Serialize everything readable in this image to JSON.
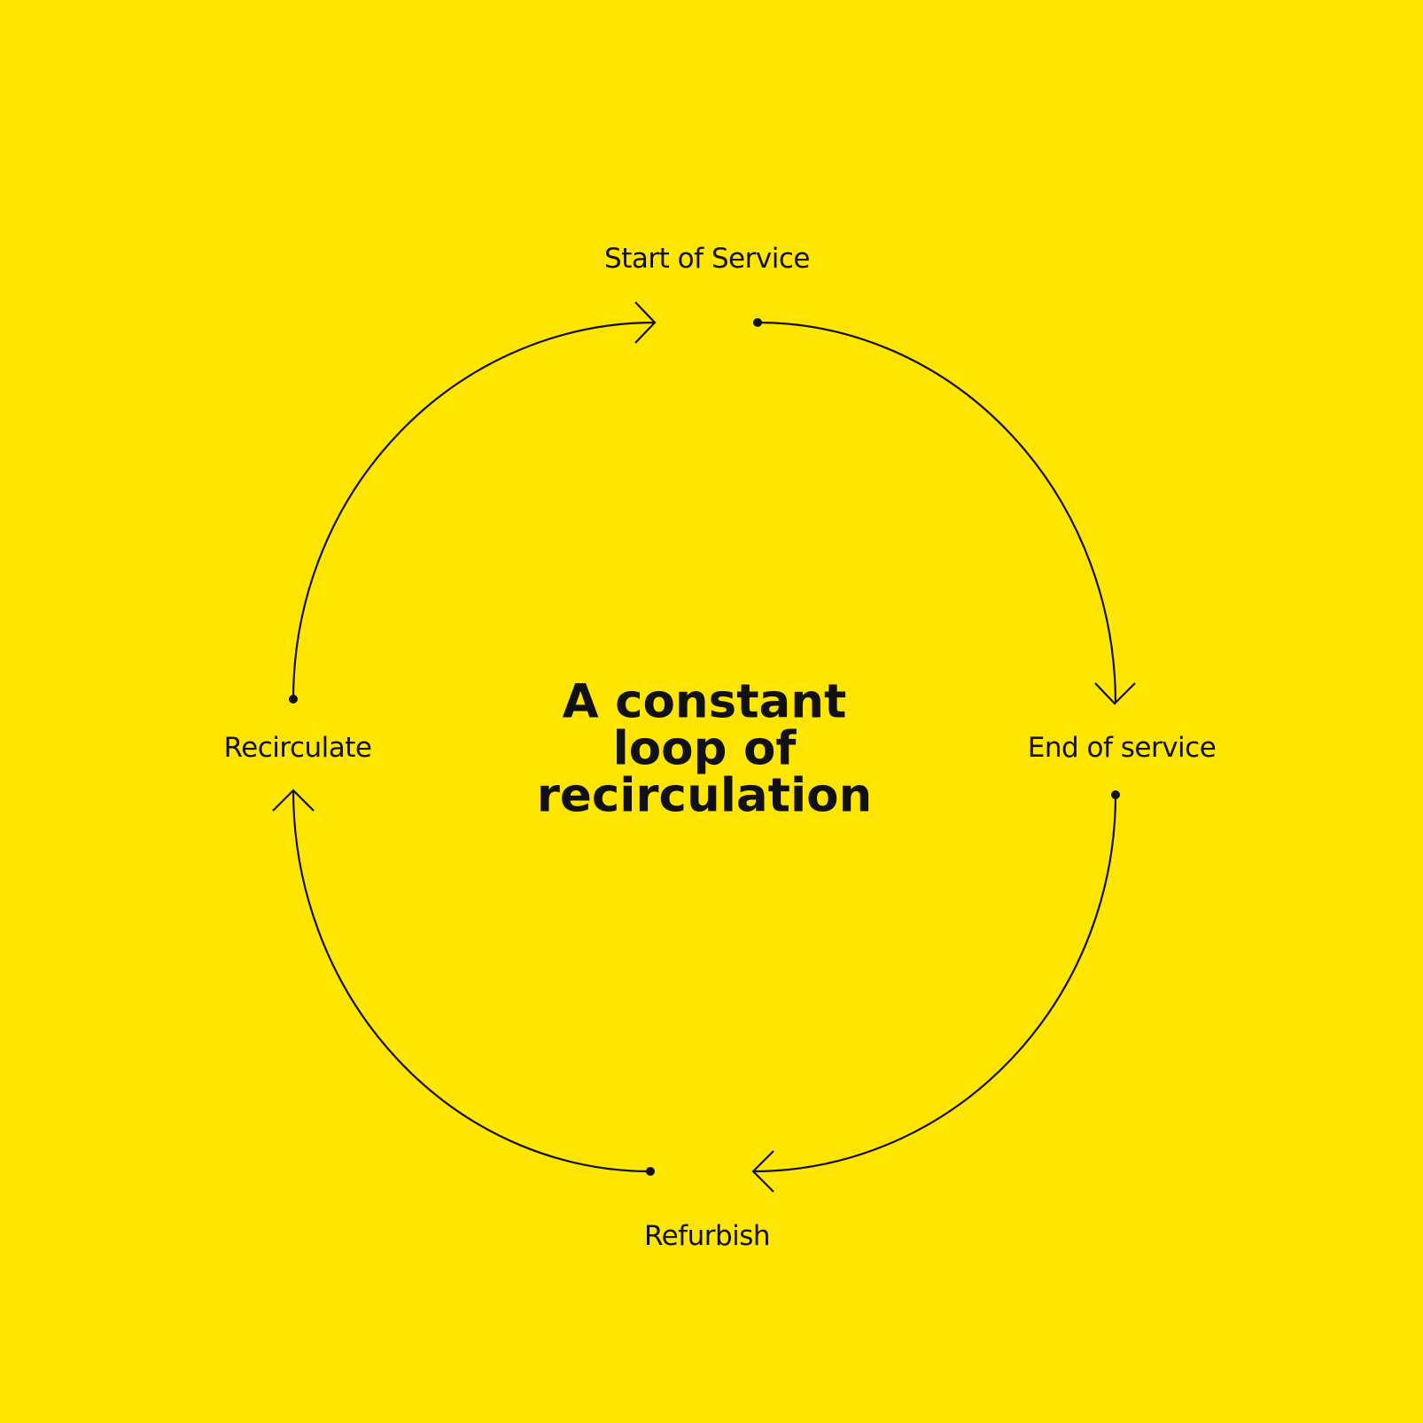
{
  "title": {
    "lines": [
      "A constant",
      "loop of",
      "recirculation"
    ]
  },
  "stages": {
    "top": "Start of Service",
    "right": "End of service",
    "bottom": "Refurbish",
    "left": "Recirculate"
  },
  "colors": {
    "background": "#FFE600",
    "ink": "#111111"
  }
}
